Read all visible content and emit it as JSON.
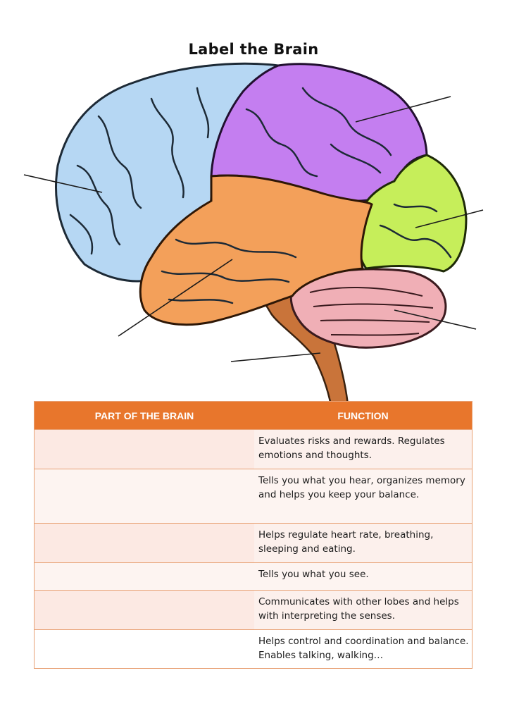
{
  "title": "Label the Brain",
  "colors": {
    "frontal_lobe": "#b6d7f3",
    "parietal_lobe": "#c47ef0",
    "occipital_lobe": "#c6ee5a",
    "temporal_lobe": "#f3a05a",
    "cerebellum": "#f0afb6",
    "brain_stem": "#c9743a",
    "table_header": "#e8762c"
  },
  "table": {
    "headers": [
      "PART OF THE BRAIN",
      "FUNCTION"
    ],
    "rows": [
      {
        "part": "",
        "function": "Evaluates risks and rewards. Regulates emotions and thoughts."
      },
      {
        "part": "",
        "function": "Tells you what you hear, organizes memory and helps you keep your balance."
      },
      {
        "part": "",
        "function": "Helps regulate heart rate, breathing, sleeping and eating."
      },
      {
        "part": "",
        "function": "Tells you what you see."
      },
      {
        "part": "",
        "function": "Communicates with other lobes and helps with interpreting the senses."
      },
      {
        "part": "",
        "function": "Helps control and coordination and balance. Enables talking, walking…"
      }
    ]
  }
}
